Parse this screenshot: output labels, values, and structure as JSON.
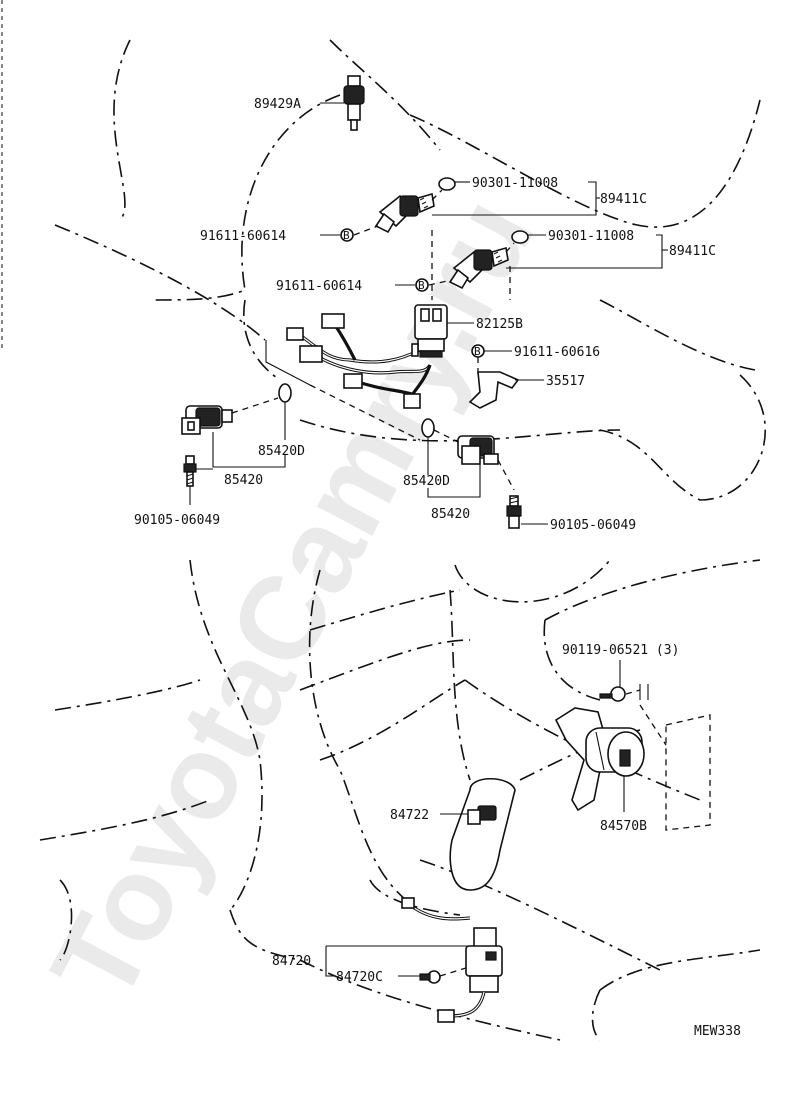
{
  "watermark": "ToyotaCamry.ru",
  "diagram_code": "MEW338",
  "labels": {
    "p89429a": "89429A",
    "p90301_a": "90301-11008",
    "p89411c_a": "89411C",
    "p91611_a": "91611-60614",
    "p90301_b": "90301-11008",
    "p89411c_b": "89411C",
    "p91611_b": "91611-60614",
    "p82125b": "82125B",
    "p91611_c": "91611-60616",
    "p35517": "35517",
    "p85420d_a": "85420D",
    "p85420_a": "85420",
    "p90105_a": "90105-06049",
    "p85420d_b": "85420D",
    "p85420_b": "85420",
    "p90105_b": "90105-06049",
    "p90119": "90119-06521 (3)",
    "p84570b": "84570B",
    "p84722": "84722",
    "p84720": "84720",
    "p84720c": "84720C"
  },
  "callout_marks": {
    "b1": "B",
    "b2": "B",
    "b3": "B"
  }
}
